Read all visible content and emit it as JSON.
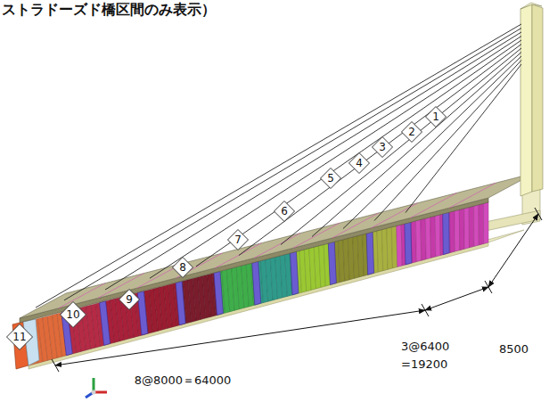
{
  "diagram": {
    "title": "ストラドーズド橋区間のみ表示）",
    "nodes": [
      {
        "text": [
          "1"
        ]
      },
      {
        "text": [
          "2"
        ]
      },
      {
        "text": [
          "3"
        ]
      },
      {
        "text": [
          "4"
        ]
      },
      {
        "text": [
          "5"
        ]
      },
      {
        "text": [
          "6"
        ]
      },
      {
        "text": [
          "7"
        ]
      },
      {
        "text": [
          "8"
        ]
      },
      {
        "text": [
          "9"
        ]
      },
      {
        "text": [
          "10"
        ]
      },
      {
        "text": [
          "11"
        ]
      }
    ],
    "labels": [
      "8500",
      "3@6400",
      "=19200",
      "8@8000＝64000"
    ]
  }
}
